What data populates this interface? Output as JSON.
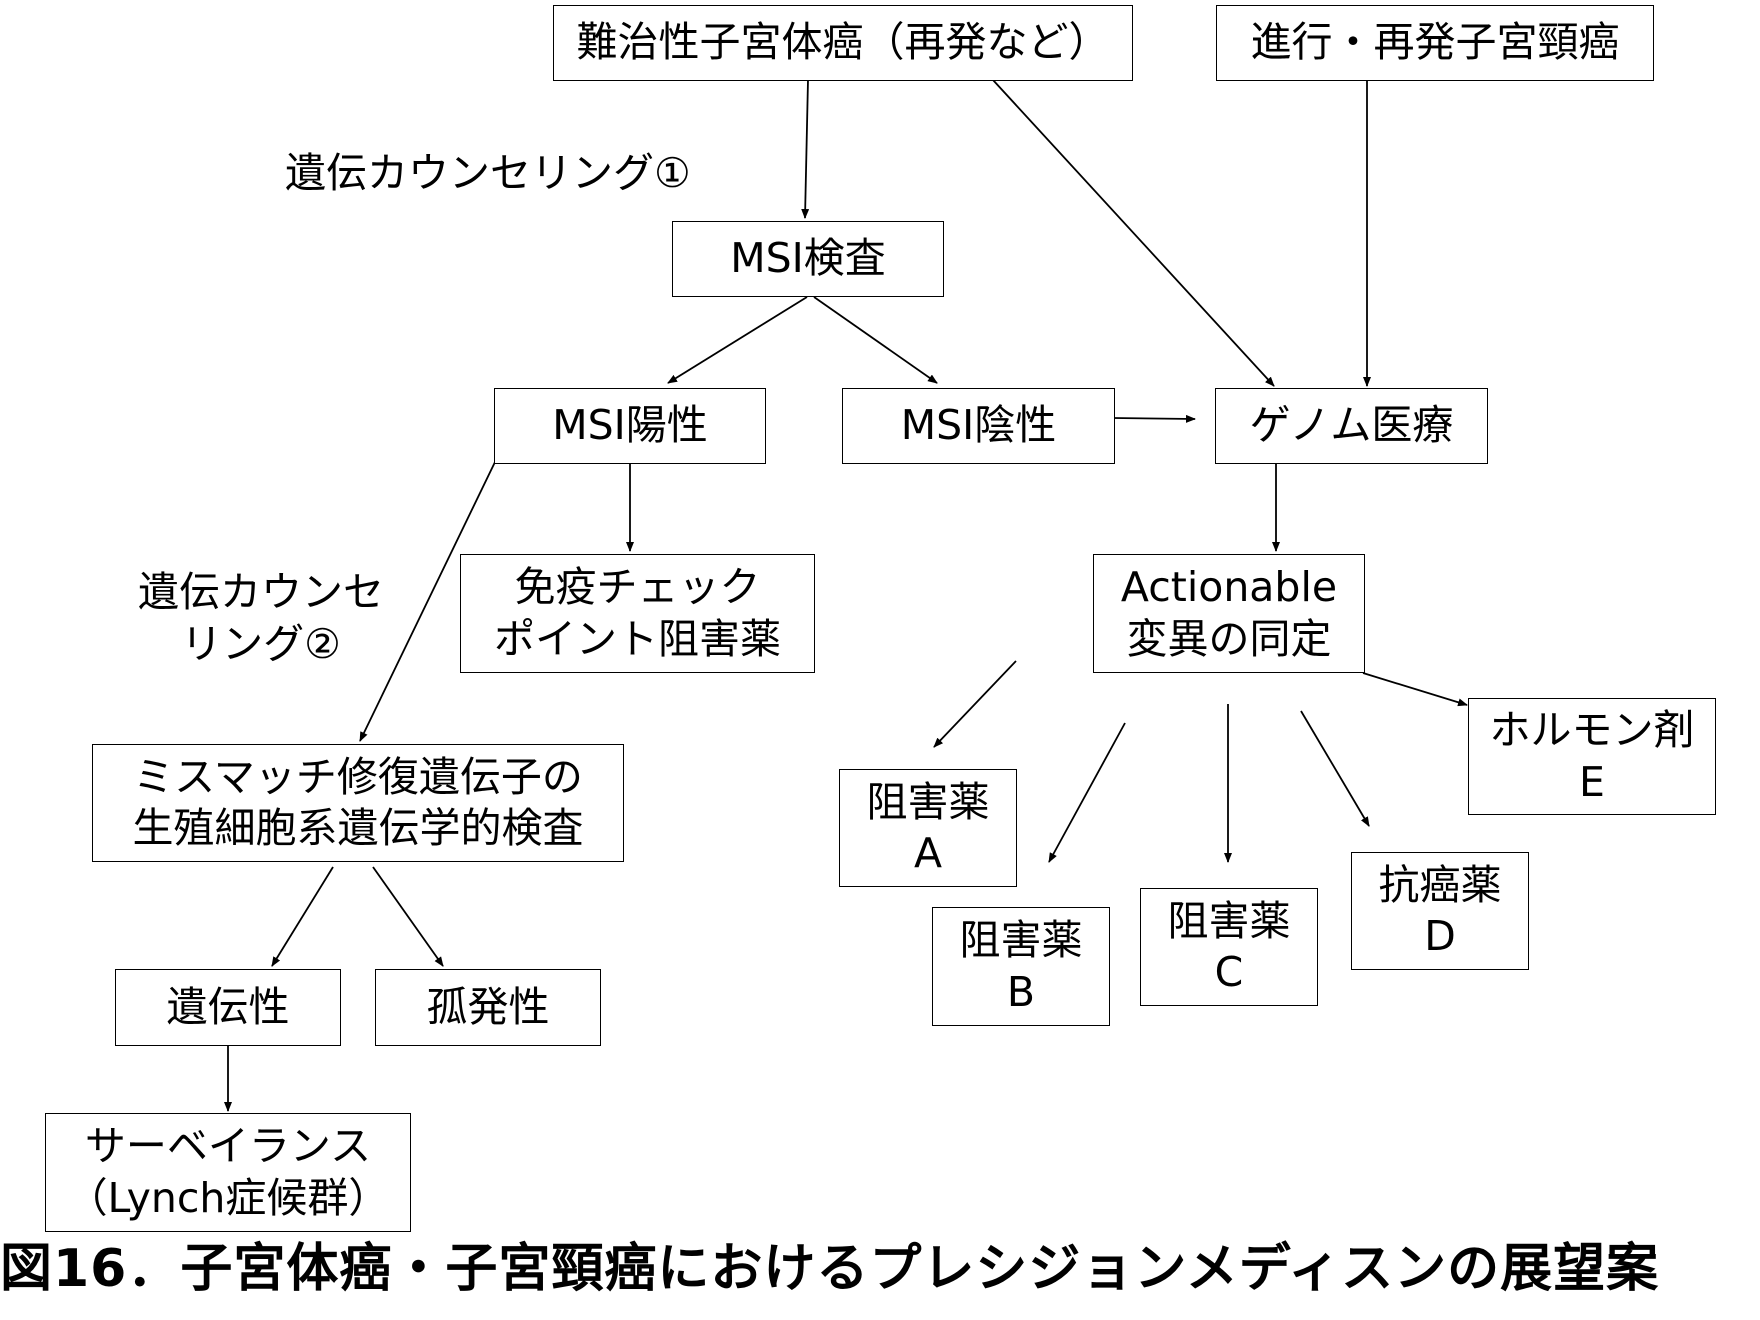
{
  "diagram": {
    "top_left_box": "難治性子宮体癌（再発など）",
    "top_right_box": "進行・再発子宮頸癌",
    "counseling_1": "遺伝カウンセリング①",
    "msi_test": "MSI検査",
    "msi_positive": "MSI陽性",
    "msi_negative": "MSI陰性",
    "genome_medicine": "ゲノム医療",
    "checkpoint_inhibitor": [
      "免疫チェック",
      "ポイント阻害薬"
    ],
    "counseling_2": [
      "遺伝カウンセ",
      "リング②"
    ],
    "actionable": [
      "Actionable",
      "変異の同定"
    ],
    "hormone_agent": [
      "ホルモン剤",
      "E"
    ],
    "germline_test": [
      "ミスマッチ修復遺伝子の",
      "生殖細胞系遺伝学的検査"
    ],
    "inhibitor_a": [
      "阻害薬",
      "A"
    ],
    "inhibitor_b": [
      "阻害薬",
      "B"
    ],
    "inhibitor_c": [
      "阻害薬",
      "C"
    ],
    "anticancer_d": [
      "抗癌薬",
      "D"
    ],
    "hereditary": "遺伝性",
    "sporadic": "孤発性",
    "surveillance": [
      "サーベイランス",
      "（Lynch症候群）"
    ]
  },
  "caption": "図16．子宮体癌・子宮頸癌におけるプレシジョンメディスンの展望案"
}
